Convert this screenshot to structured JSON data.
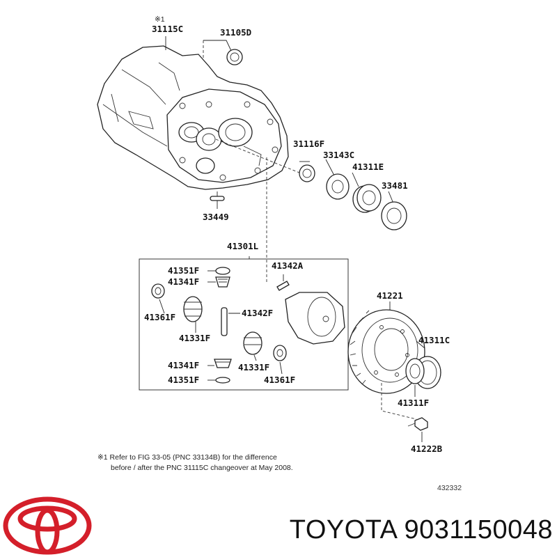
{
  "diagram": {
    "marker": "※1",
    "labels": {
      "p31115C": "31115C",
      "p31105D": "31105D",
      "p31116F": "31116F",
      "p33143C": "33143C",
      "p41311E": "41311E",
      "p33481": "33481",
      "p33449": "33449",
      "p41301L": "41301L",
      "p41351F_top": "41351F",
      "p41341F_top": "41341F",
      "p41361F_left": "41361F",
      "p41331F_left": "41331F",
      "p41342F": "41342F",
      "p41342A": "41342A",
      "p41221": "41221",
      "p41311C": "41311C",
      "p41341F_bottom": "41341F",
      "p41331F_right": "41331F",
      "p41361F_right": "41361F",
      "p41351F_bottom": "41351F",
      "p41311F": "41311F",
      "p41222B": "41222B"
    },
    "note_line1": "※1 Refer to FIG 33-05 (PNC 33134B) for the difference",
    "note_line2": "before / after the PNC 31115C changeover at May 2008.",
    "figure_code": "432332"
  },
  "footer": {
    "brand_text": "TOYOTA 9031150048"
  },
  "colors": {
    "logo": "#d41f2a",
    "ink": "#111111"
  },
  "icons": {
    "logo": "toyota-logo-icon"
  }
}
